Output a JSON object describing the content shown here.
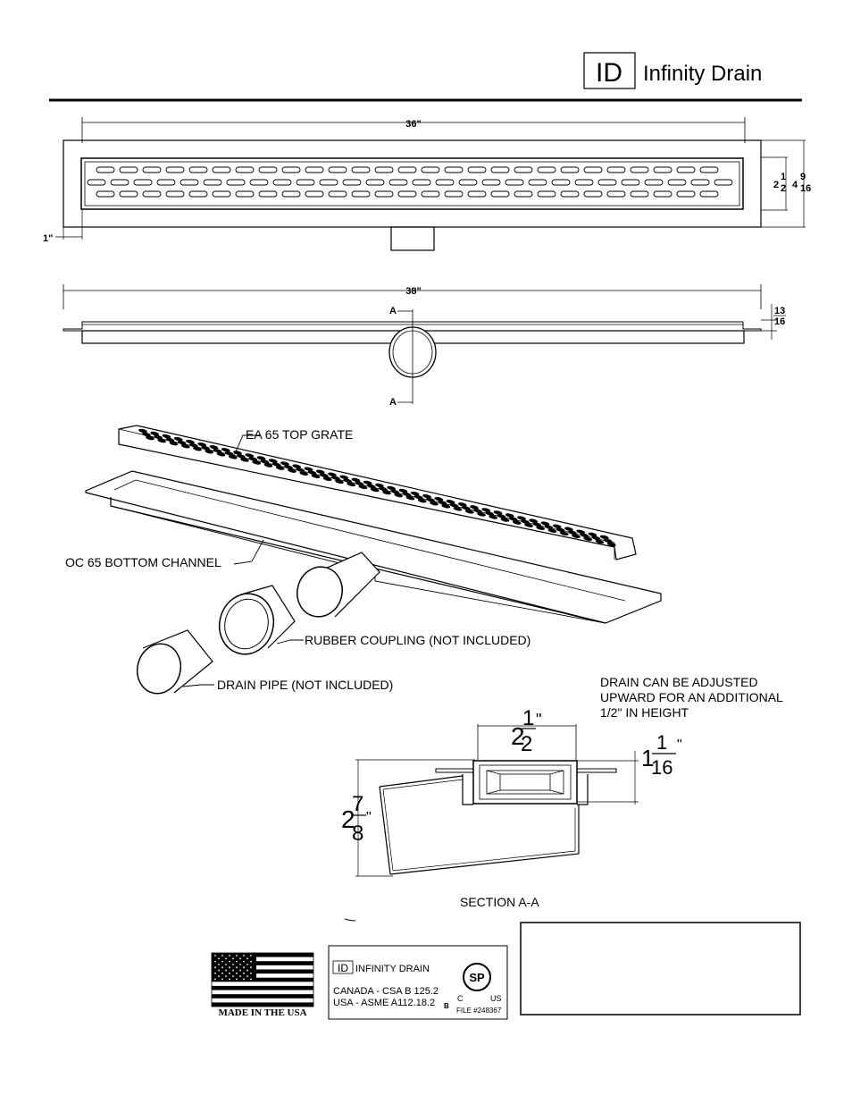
{
  "brand": {
    "mark": "ID",
    "name": "Infinity Drain"
  },
  "top_view": {
    "length": "36\"",
    "grate_width_whole": "2",
    "grate_width_num": "1",
    "grate_width_den": "2",
    "overall_width_whole": "4",
    "overall_width_num": "9",
    "overall_width_den": "16",
    "offset": "1\""
  },
  "side_view": {
    "length": "38\"",
    "height_num": "13",
    "height_den": "16",
    "section_mark": "A"
  },
  "exploded": {
    "top_grate": "EA 65 TOP GRATE",
    "bottom_channel": "OC 65 BOTTOM CHANNEL",
    "coupling": "RUBBER COUPLING (NOT INCLUDED)",
    "pipe": "DRAIN PIPE (NOT INCLUDED)"
  },
  "section": {
    "title": "SECTION A-A",
    "note": [
      "DRAIN CAN BE ADJUSTED",
      "UPWARD FOR AN ADDITIONAL",
      "1/2\" IN HEIGHT"
    ],
    "width_whole": "2",
    "width_num": "1",
    "width_den": "2",
    "grate_h_whole": "1",
    "grate_h_num": "1",
    "grate_h_den": "16",
    "depth_whole": "2",
    "depth_num": "7",
    "depth_den": "8",
    "inch": "\""
  },
  "footer": {
    "made_in": "MADE IN THE USA",
    "cert_brand_mark": "ID",
    "cert_brand": "INFINITY DRAIN",
    "cert_line1": "CANADA - CSA B 125.2",
    "cert_line2": "USA - ASME A112.18.2",
    "cert_b": "B",
    "csa_c": "C",
    "csa_us": "US",
    "csa_file": "FILE #248367",
    "csa_logo": "SP",
    "blank_box": ""
  }
}
